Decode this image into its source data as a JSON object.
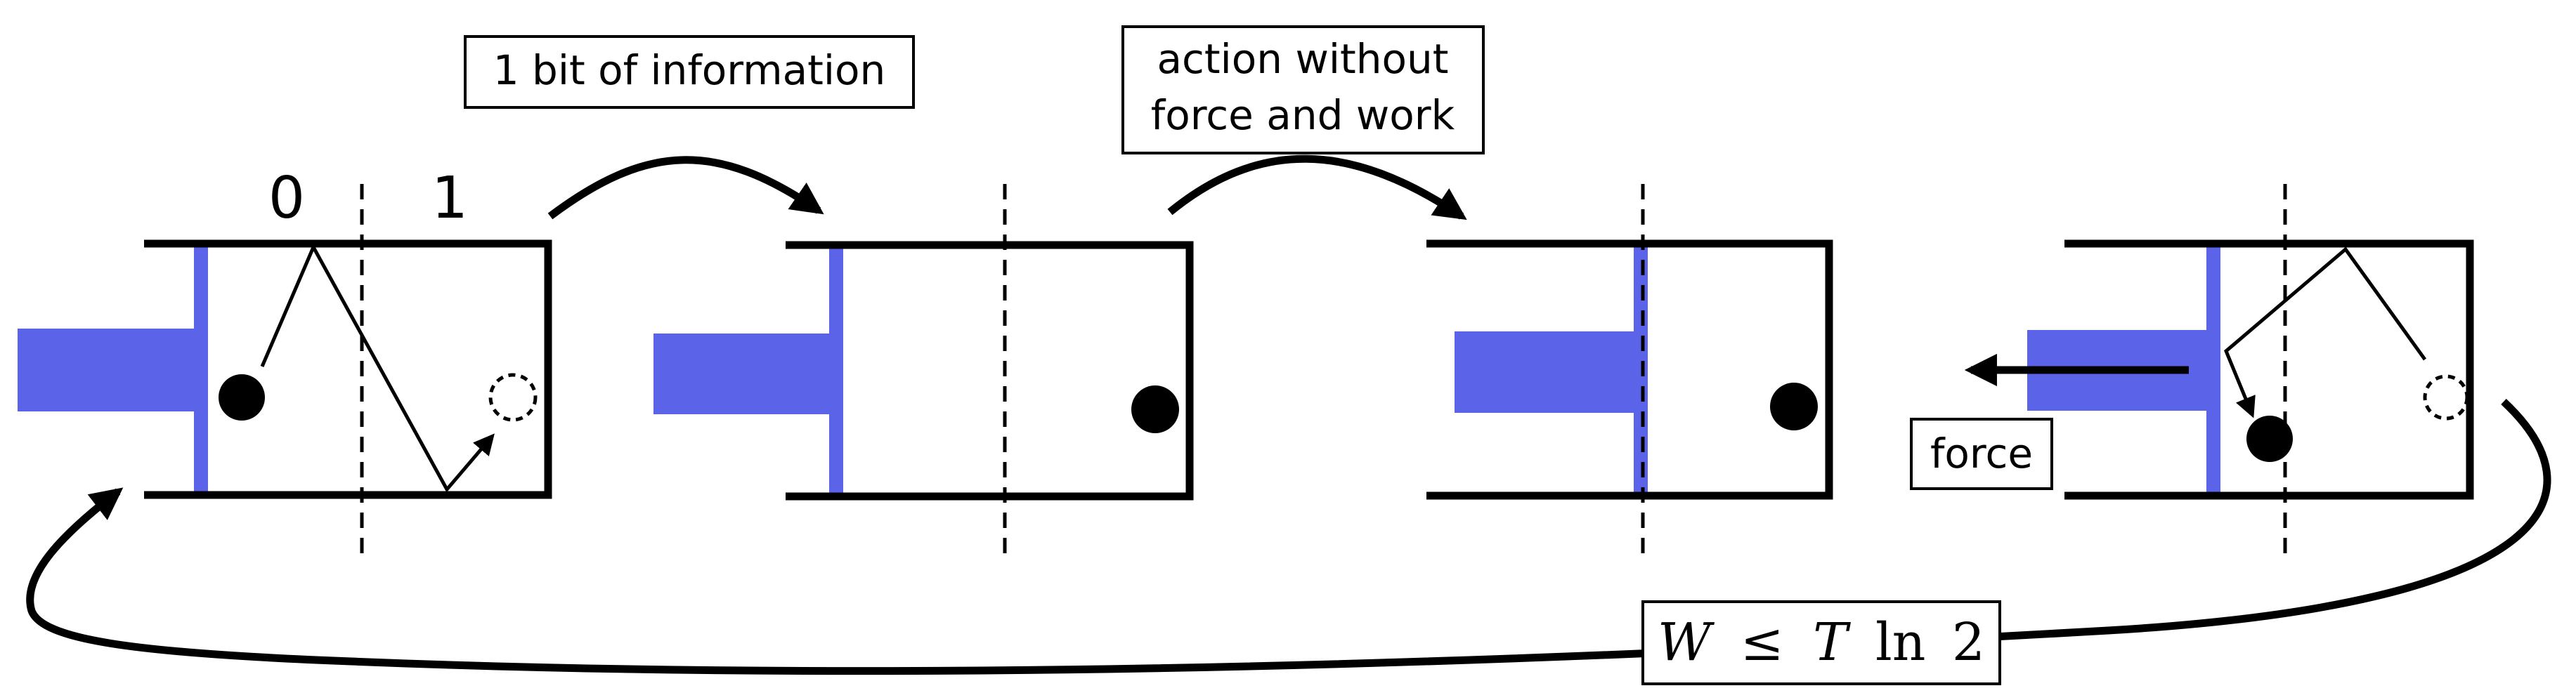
{
  "labels": {
    "bit_zero": "0",
    "bit_one": "1",
    "info_box": "1 bit of information",
    "action_line1": "action without",
    "action_line2": "force and work",
    "force_box": "force",
    "work_W": "W",
    "work_le": "≤",
    "work_T": "T",
    "work_ln": "ln",
    "work_two": "2"
  },
  "colors": {
    "piston": "#5b63e8",
    "stroke": "#000000",
    "background": "#ffffff"
  }
}
